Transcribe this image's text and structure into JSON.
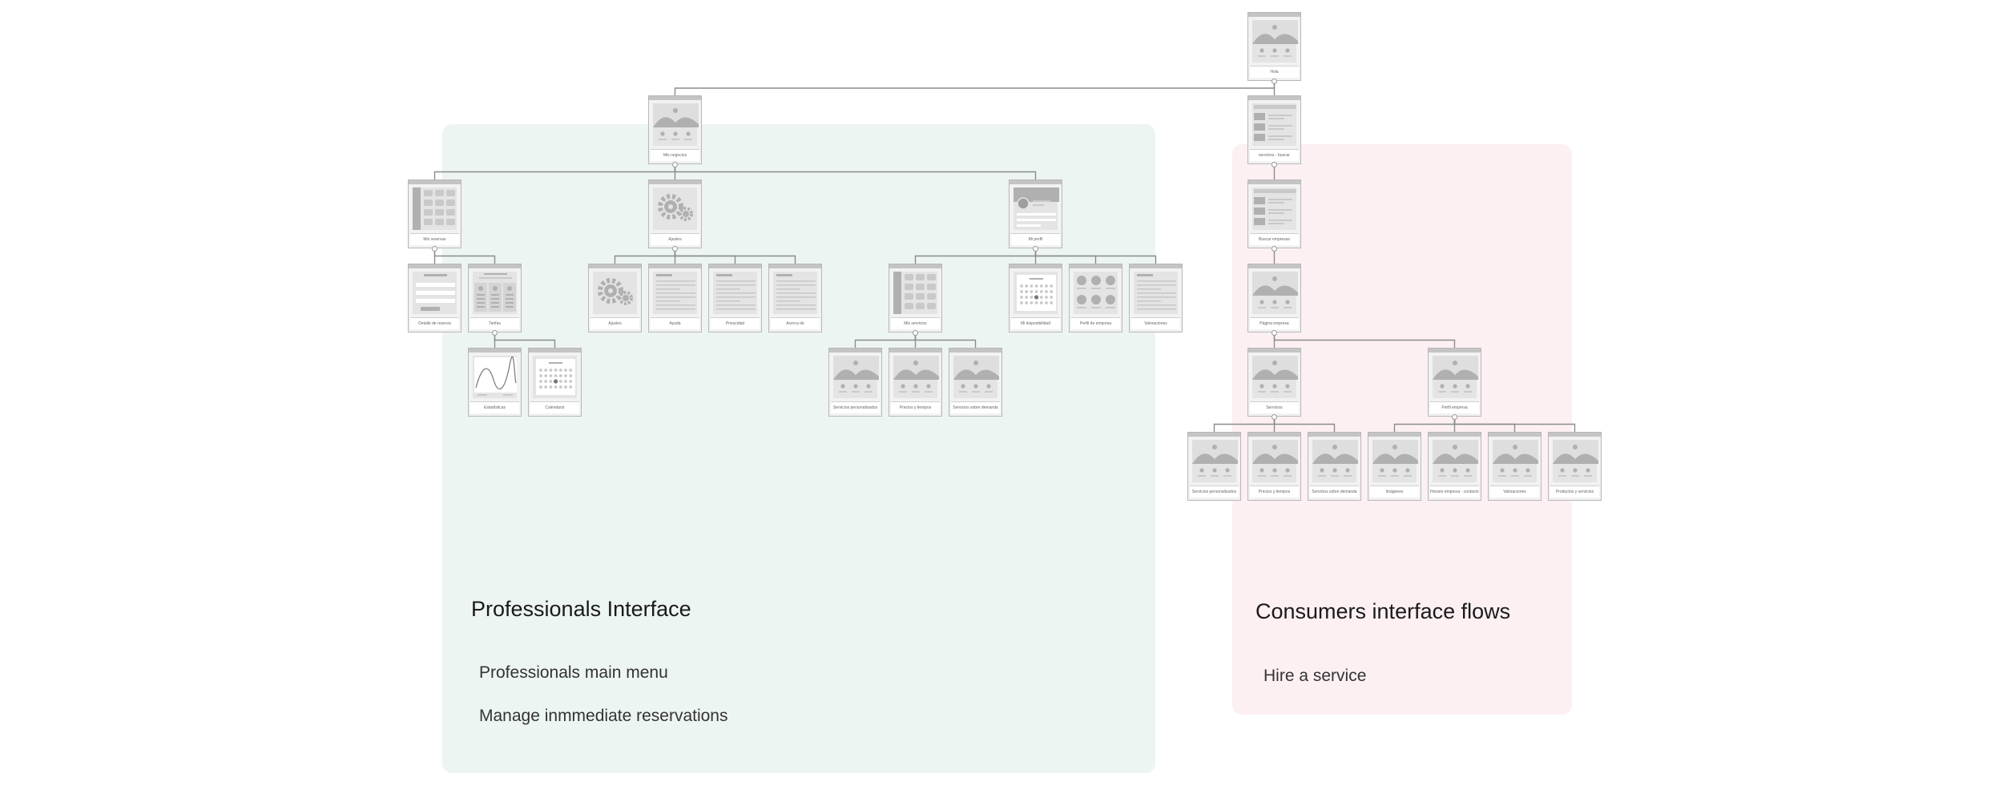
{
  "regions": {
    "professionals": {
      "title": "Professionals Interface",
      "flows": [
        "Professionals main menu",
        "Manage inmmediate reservations"
      ]
    },
    "consumers": {
      "title": "Consumers interface flows",
      "flows": [
        "Hire a service"
      ]
    }
  },
  "screens": [
    {
      "id": "home",
      "label": "Hola",
      "kind": "photo"
    },
    {
      "id": "pro-main",
      "label": "Mis negocios",
      "kind": "photo"
    },
    {
      "id": "con-search",
      "label": "servicios - buscar",
      "kind": "list"
    },
    {
      "id": "reservations",
      "label": "Mis reservas",
      "kind": "grid"
    },
    {
      "id": "settings",
      "label": "Ajustes",
      "kind": "gear"
    },
    {
      "id": "profile",
      "label": "Mi perfil",
      "kind": "profile"
    },
    {
      "id": "con-results",
      "label": "Buscar empresas",
      "kind": "list"
    },
    {
      "id": "res-detail",
      "label": "Detalle de reserva",
      "kind": "form"
    },
    {
      "id": "res-table",
      "label": "Tarifas",
      "kind": "table"
    },
    {
      "id": "set-gear",
      "label": "Ajustes",
      "kind": "gear"
    },
    {
      "id": "set-help",
      "label": "Ayuda",
      "kind": "text"
    },
    {
      "id": "set-privacy",
      "label": "Privacidad",
      "kind": "text"
    },
    {
      "id": "set-about",
      "label": "Acerca de",
      "kind": "text"
    },
    {
      "id": "prof-services",
      "label": "Mis servicios",
      "kind": "grid"
    },
    {
      "id": "prof-calendar",
      "label": "Mi disponibilidad",
      "kind": "calendar"
    },
    {
      "id": "prof-public",
      "label": "Perfil de empresa",
      "kind": "people"
    },
    {
      "id": "prof-help",
      "label": "Valoraciones",
      "kind": "text"
    },
    {
      "id": "con-company",
      "label": "Página empresa",
      "kind": "photo"
    },
    {
      "id": "stats",
      "label": "Estadísticas",
      "kind": "chart"
    },
    {
      "id": "calendar",
      "label": "Calendario",
      "kind": "calendar"
    },
    {
      "id": "svc-a",
      "label": "Servicios personalizados",
      "kind": "photo"
    },
    {
      "id": "svc-b",
      "label": "Precios y tiempos",
      "kind": "photo"
    },
    {
      "id": "svc-c",
      "label": "Servicios sobre demanda",
      "kind": "photo"
    },
    {
      "id": "con-services",
      "label": "Servicios",
      "kind": "photo"
    },
    {
      "id": "con-profile",
      "label": "Perfil empresa",
      "kind": "photo"
    },
    {
      "id": "con-a",
      "label": "Servicios personalizados",
      "kind": "photo"
    },
    {
      "id": "con-b",
      "label": "Precios y tiempos",
      "kind": "photo"
    },
    {
      "id": "con-c",
      "label": "Servicios sobre demanda",
      "kind": "photo"
    },
    {
      "id": "con-d",
      "label": "Imágenes",
      "kind": "photo"
    },
    {
      "id": "con-e",
      "label": "Horario empresa - contacto empresa",
      "kind": "photo"
    },
    {
      "id": "con-f",
      "label": "Valoraciones",
      "kind": "photo"
    },
    {
      "id": "con-g",
      "label": "Productos y servicios",
      "kind": "photo"
    }
  ]
}
